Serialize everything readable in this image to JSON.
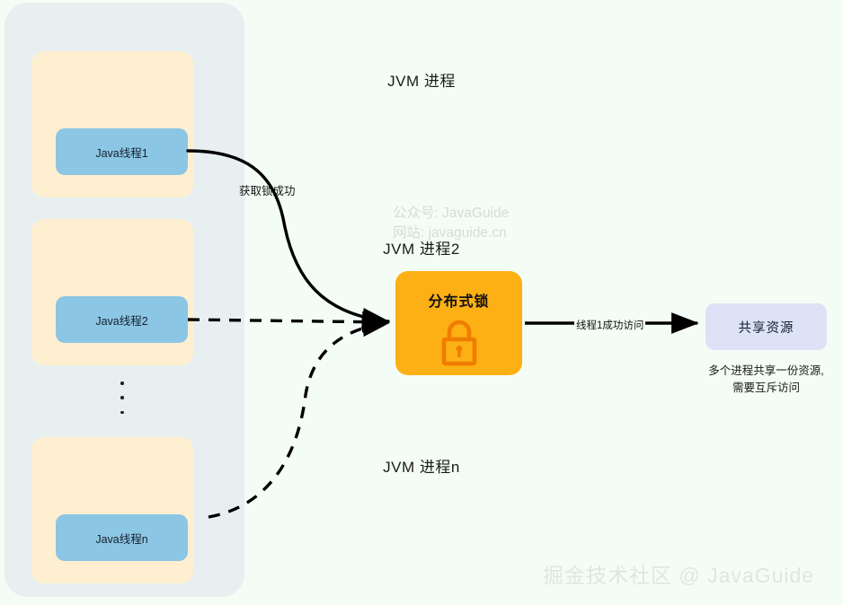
{
  "diagram": {
    "title": "distributed-lock-architecture",
    "background_color": "#f3fdf5",
    "container": {
      "name": "jvm-process-container",
      "fill": "#e8eff0"
    },
    "processes": [
      {
        "id": "jvm-1",
        "label": "JVM 进程",
        "fill": "#fdefd0",
        "thread": {
          "id": "thread-1",
          "label": "Java线程1",
          "fill": "#8cc6e5"
        }
      },
      {
        "id": "jvm-2",
        "label": "JVM 进程2",
        "fill": "#fdefd0",
        "thread": {
          "id": "thread-2",
          "label": "Java线程2",
          "fill": "#8cc6e5"
        }
      },
      {
        "id": "jvm-n",
        "label": "JVM 进程n",
        "fill": "#fdefd0",
        "thread": {
          "id": "thread-n",
          "label": "Java线程n",
          "fill": "#8cc6e5"
        }
      }
    ],
    "ellipsis": "⋮",
    "lock": {
      "label": "分布式锁",
      "fill": "#fcb014",
      "icon": "padlock-icon",
      "icon_color": "#f07c00"
    },
    "shared_resource": {
      "label": "共享资源",
      "fill": "#dde2f6",
      "caption_line1": "多个进程共享一份资源,",
      "caption_line2": "需要互斥访问"
    },
    "edges": [
      {
        "id": "edge-thread1-to-lock",
        "from": "thread-1",
        "to": "lock",
        "style": "solid",
        "label": "获取锁成功"
      },
      {
        "id": "edge-thread2-to-lock",
        "from": "thread-2",
        "to": "lock",
        "style": "dashed",
        "label": ""
      },
      {
        "id": "edge-threadn-to-lock",
        "from": "thread-n",
        "to": "lock",
        "style": "dashed",
        "label": ""
      },
      {
        "id": "edge-lock-to-resource",
        "from": "lock",
        "to": "shared-resource",
        "style": "solid",
        "label": "线程1成功访问"
      }
    ],
    "watermarks": {
      "center_line1": "公众号: JavaGuide",
      "center_line2": "网站: javaguide.cn",
      "bottom": "掘金技术社区 @ JavaGuide",
      "center_color": "#d5dcd6",
      "bottom_color": "#dfe6e0"
    }
  }
}
